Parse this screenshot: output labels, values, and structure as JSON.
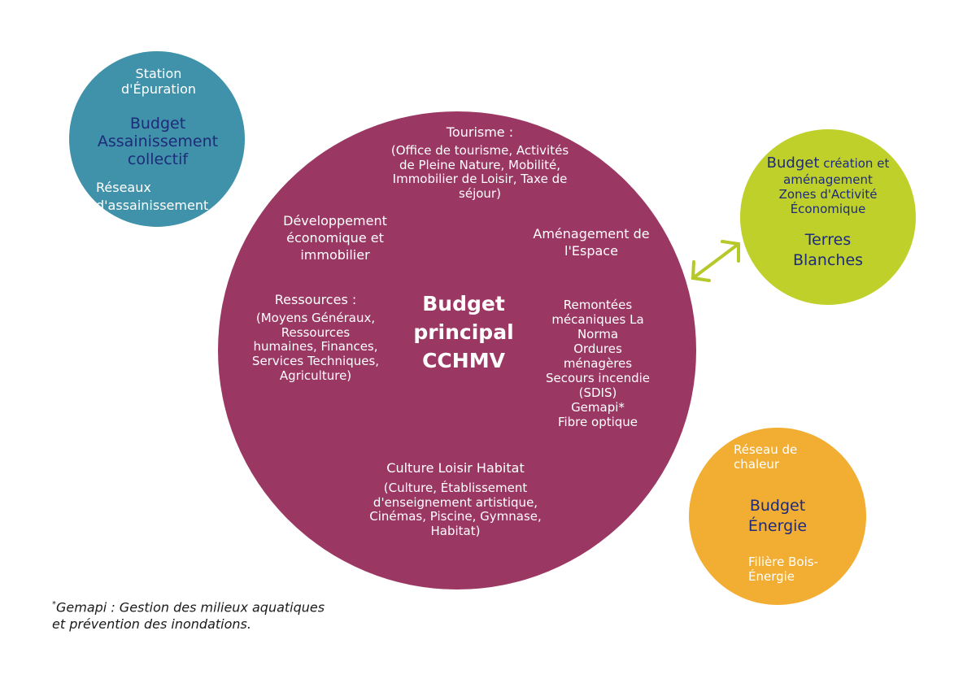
{
  "colors": {
    "budget_principal": "#9b3763",
    "assainissement": "#3f92a9",
    "zones_activite": "#bfd02b",
    "energie": "#f2ad33",
    "arrow": "#b6c82a",
    "dark_blue_text": "#1e2b7a"
  },
  "main": {
    "title": "Budget principal CCHMV",
    "tourisme_title": "Tourisme :",
    "tourisme_items": "(Office de tourisme, Activités de Pleine Nature, Mobilité, Immobilier de Loisir, Taxe de séjour)",
    "developpement": "Développement économique et immobilier",
    "amenagement": "Aménagement de l'Espace",
    "ressources_title": "Ressources :",
    "ressources_items": "(Moyens Généraux, Ressources humaines, Finances, Services Techniques, Agriculture)",
    "competences": [
      "Remontées mécaniques La Norma",
      "Ordures ménagères",
      "Secours incendie (SDIS)",
      "Gemapi*",
      "Fibre optique"
    ],
    "culture_title": "Culture Loisir Habitat",
    "culture_items": "(Culture, Établissement d'enseignement artistique, Cinémas, Piscine, Gymnase, Habitat)"
  },
  "assainissement": {
    "top": "Station d'Épuration",
    "title": "Budget Assainissement collectif",
    "bottom": "Réseaux d'assainissement"
  },
  "zones": {
    "title_strong": "Budget",
    "title_rest": "création et aménagement Zones d'Activité Économique",
    "subtitle": "Terres Blanches"
  },
  "energie": {
    "top": "Réseau de chaleur",
    "title": "Budget Énergie",
    "bottom": "Filière Bois-Énergie"
  },
  "footnote": {
    "marker": "*",
    "line1": "Gemapi : Gestion des milieux aquatiques",
    "line2": "et prévention des inondations."
  }
}
